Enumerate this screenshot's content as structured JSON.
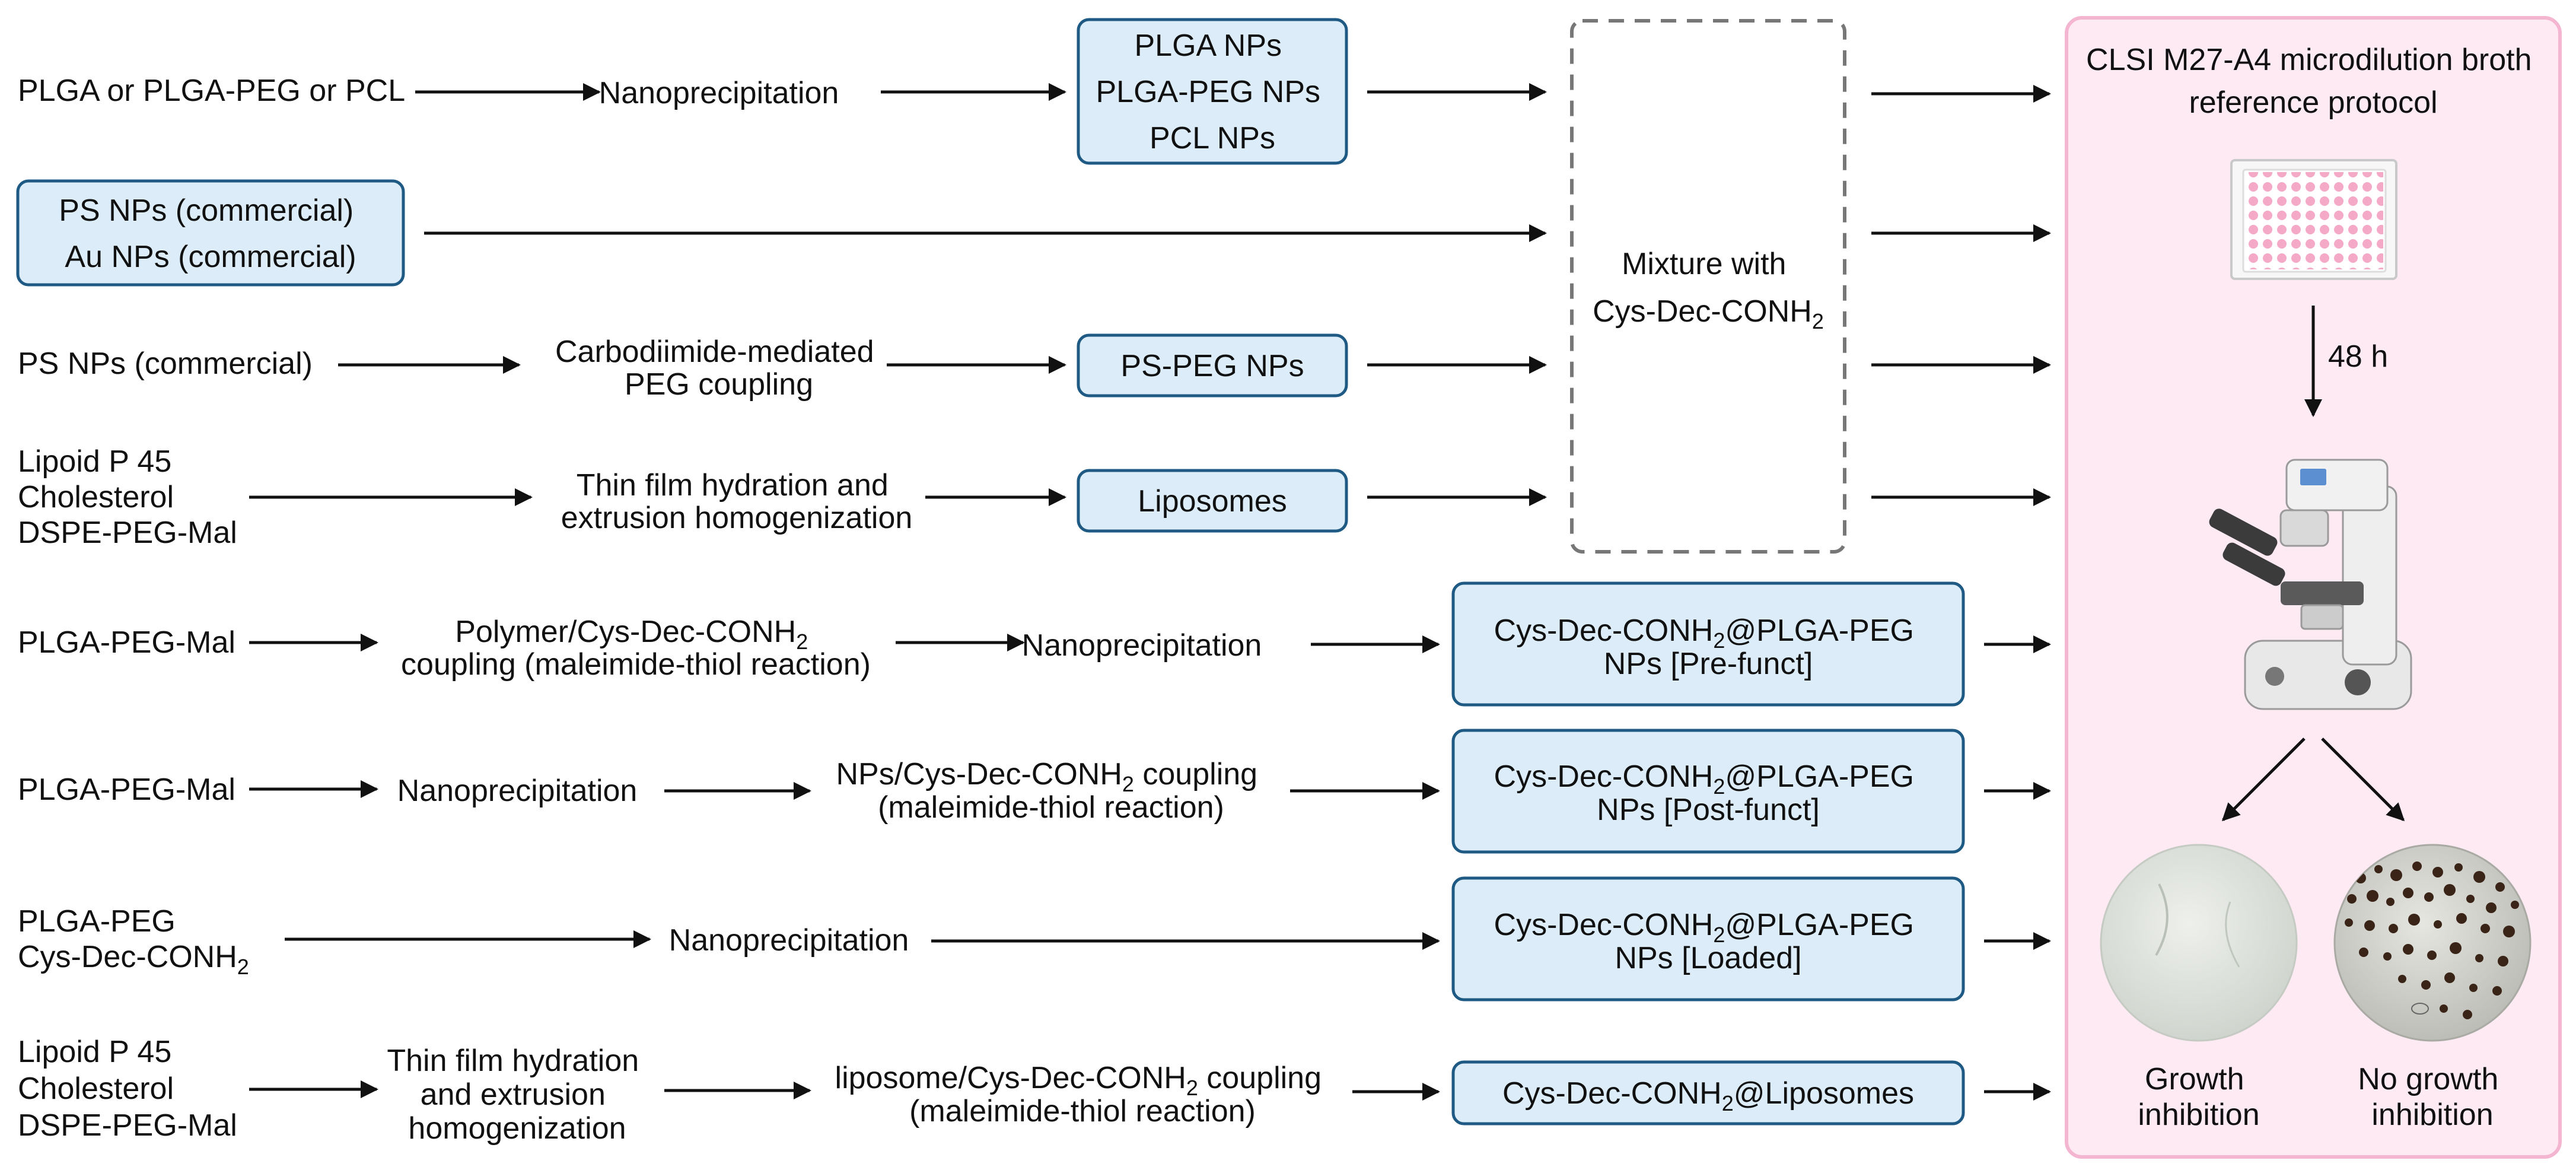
{
  "colors": {
    "box_fill": "#dcedf9",
    "box_stroke": "#1f5a84",
    "panel_fill": "#fdeaf3",
    "panel_stroke": "#f3b5cf",
    "arrow": "#111111",
    "dashed": "#777777"
  },
  "rows": {
    "r1": {
      "source": "PLGA or PLGA-PEG or PCL",
      "step": "Nanoprecipitation",
      "product": [
        "PLGA NPs",
        "PLGA-PEG NPs",
        "PCL NPs"
      ]
    },
    "r2": {
      "product": [
        "PS NPs (commercial)",
        "Au NPs (commercial)"
      ]
    },
    "r3": {
      "source": "PS NPs (commercial)",
      "step": [
        "Carbodiimide-mediated",
        "PEG coupling"
      ],
      "product": "PS-PEG NPs"
    },
    "r4": {
      "source": [
        "Lipoid P 45",
        "Cholesterol",
        "DSPE-PEG-Mal"
      ],
      "step": [
        "Thin film hydration and",
        "extrusion homogenization"
      ],
      "product": "Liposomes"
    },
    "r5": {
      "source": "PLGA-PEG-Mal",
      "step1_pre": "Polymer/Cys-Dec-CONH",
      "step1_sub": "2",
      "step1_line2": "coupling (maleimide-thiol reaction)",
      "step2": "Nanoprecipitation",
      "product_pre": "Cys-Dec-CONH",
      "product_sub": "2",
      "product_post": "@PLGA-PEG",
      "product_line2": "NPs [Pre-funct]"
    },
    "r6": {
      "source": "PLGA-PEG-Mal",
      "step1": "Nanoprecipitation",
      "step2_pre": "NPs/Cys-Dec-CONH",
      "step2_sub": "2",
      "step2_post": " coupling",
      "step2_line2": "(maleimide-thiol reaction)",
      "product_pre": "Cys-Dec-CONH",
      "product_sub": "2",
      "product_post": "@PLGA-PEG",
      "product_line2": "NPs [Post-funct]"
    },
    "r7": {
      "source_line1": "PLGA-PEG",
      "source_pre": "Cys-Dec-CONH",
      "source_sub": "2",
      "step": "Nanoprecipitation",
      "product_pre": "Cys-Dec-CONH",
      "product_sub": "2",
      "product_post": "@PLGA-PEG",
      "product_line2": "NPs [Loaded]"
    },
    "r8": {
      "source": [
        "Lipoid P 45",
        "Cholesterol",
        "DSPE-PEG-Mal"
      ],
      "step1": [
        "Thin film hydration",
        "and extrusion",
        "homogenization"
      ],
      "step2_pre": "liposome/Cys-Dec-CONH",
      "step2_sub": "2",
      "step2_post": " coupling",
      "step2_line2": "(maleimide-thiol reaction)",
      "product_pre": "Cys-Dec-CONH",
      "product_sub": "2",
      "product_post": "@Liposomes"
    }
  },
  "mixture": {
    "line1": "Mixture with",
    "pre": "Cys-Dec-CONH",
    "sub": "2"
  },
  "panel": {
    "protocol": [
      "CLSI M27-A4 microdilution broth",
      "reference protocol"
    ],
    "time": "48 h",
    "outcome_left": [
      "Growth",
      "inhibition"
    ],
    "outcome_right": [
      "No growth",
      "inhibition"
    ],
    "icons": {
      "plate": "96-well-plate-icon",
      "microscope": "microscope-icon"
    }
  }
}
